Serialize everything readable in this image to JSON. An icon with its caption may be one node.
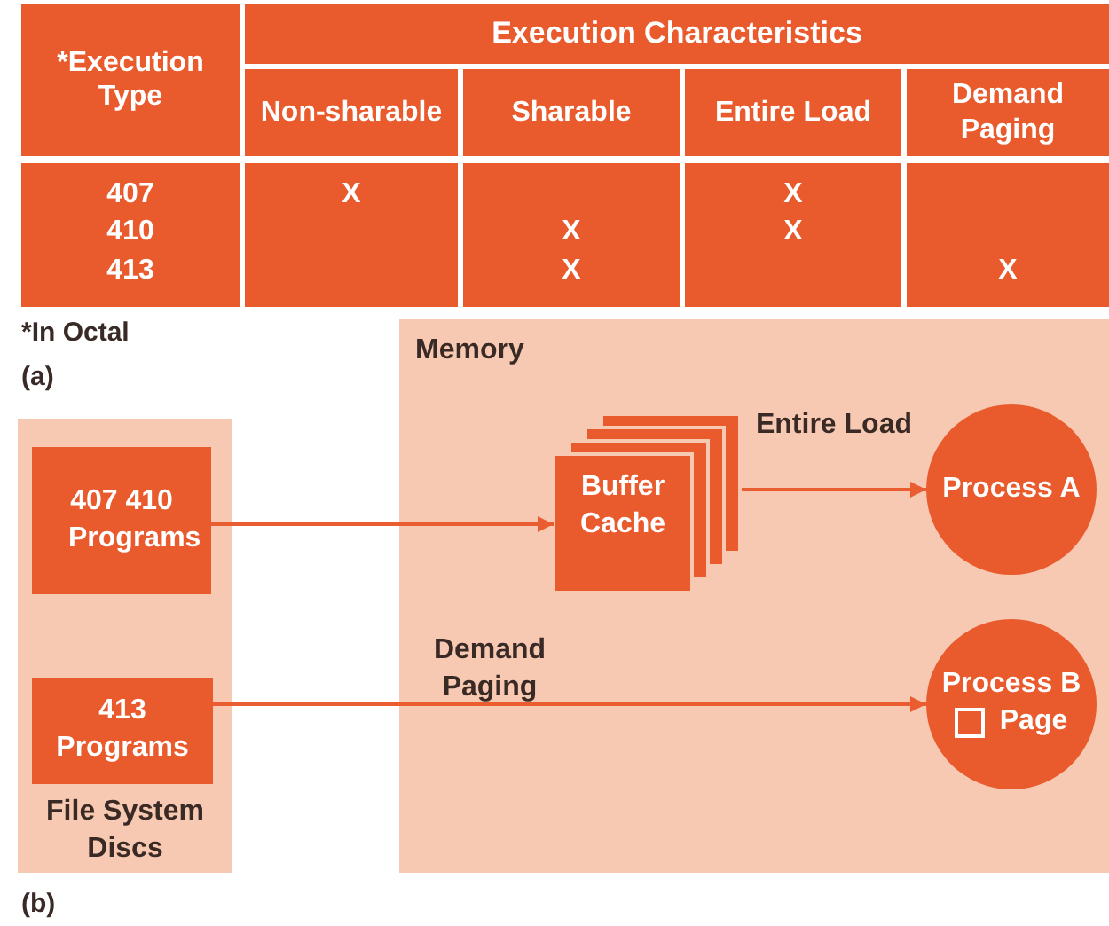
{
  "diagram": {
    "nodes": [
      {
        "text": [
          "File System Discs"
        ]
      },
      {
        "text": [
          "407 410 Programs"
        ],
        "in": 0
      },
      {
        "text": [
          "413 Programs"
        ],
        "in": 0
      },
      {
        "text": [
          "Memory"
        ]
      },
      {
        "text": [
          "Buffer Cache"
        ],
        "in": 3
      },
      {
        "text": [
          "Process A"
        ],
        "in": 3
      },
      {
        "text": [
          "Process B",
          "Page"
        ],
        "in": 3
      }
    ],
    "edges": [
      {
        "from": 1,
        "to": 4,
        "arrow": "to"
      },
      {
        "from": 4,
        "to": 5,
        "arrow": "to",
        "label": "Entire Load"
      },
      {
        "from": 2,
        "to": 6,
        "arrow": "to",
        "label": "Demand Paging"
      }
    ],
    "labels": [
      "*Execution Type",
      "Execution Characteristics",
      "Non-sharable",
      "Sharable",
      "Entire Load",
      "Demand Paging",
      "407",
      "X",
      "X",
      "410",
      "X",
      "X",
      "413",
      "X",
      "X",
      "*In Octal",
      "(a)",
      "(b)"
    ]
  }
}
